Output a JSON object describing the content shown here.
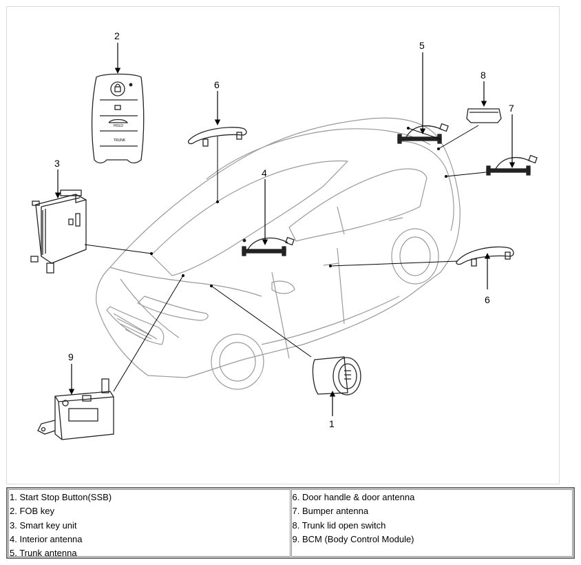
{
  "callouts": [
    "1",
    "2",
    "3",
    "4",
    "5",
    "6",
    "6",
    "7",
    "8",
    "9"
  ],
  "legend": {
    "left": [
      "1. Start Stop Button(SSB)",
      "2. FOB key",
      "3. Smart key unit",
      "4. Interior antenna",
      "5. Trunk antenna"
    ],
    "right": [
      "6. Door handle & door antenna",
      "7. Bumper antenna",
      "8. Trunk lid open switch",
      "9. BCM (Body Control Module)"
    ]
  },
  "fob_key_labels": [
    "HOLD",
    "TRUNK"
  ],
  "colors": {
    "line": "#000000",
    "frame": "#d9d9d9",
    "table_border": "#707070"
  }
}
